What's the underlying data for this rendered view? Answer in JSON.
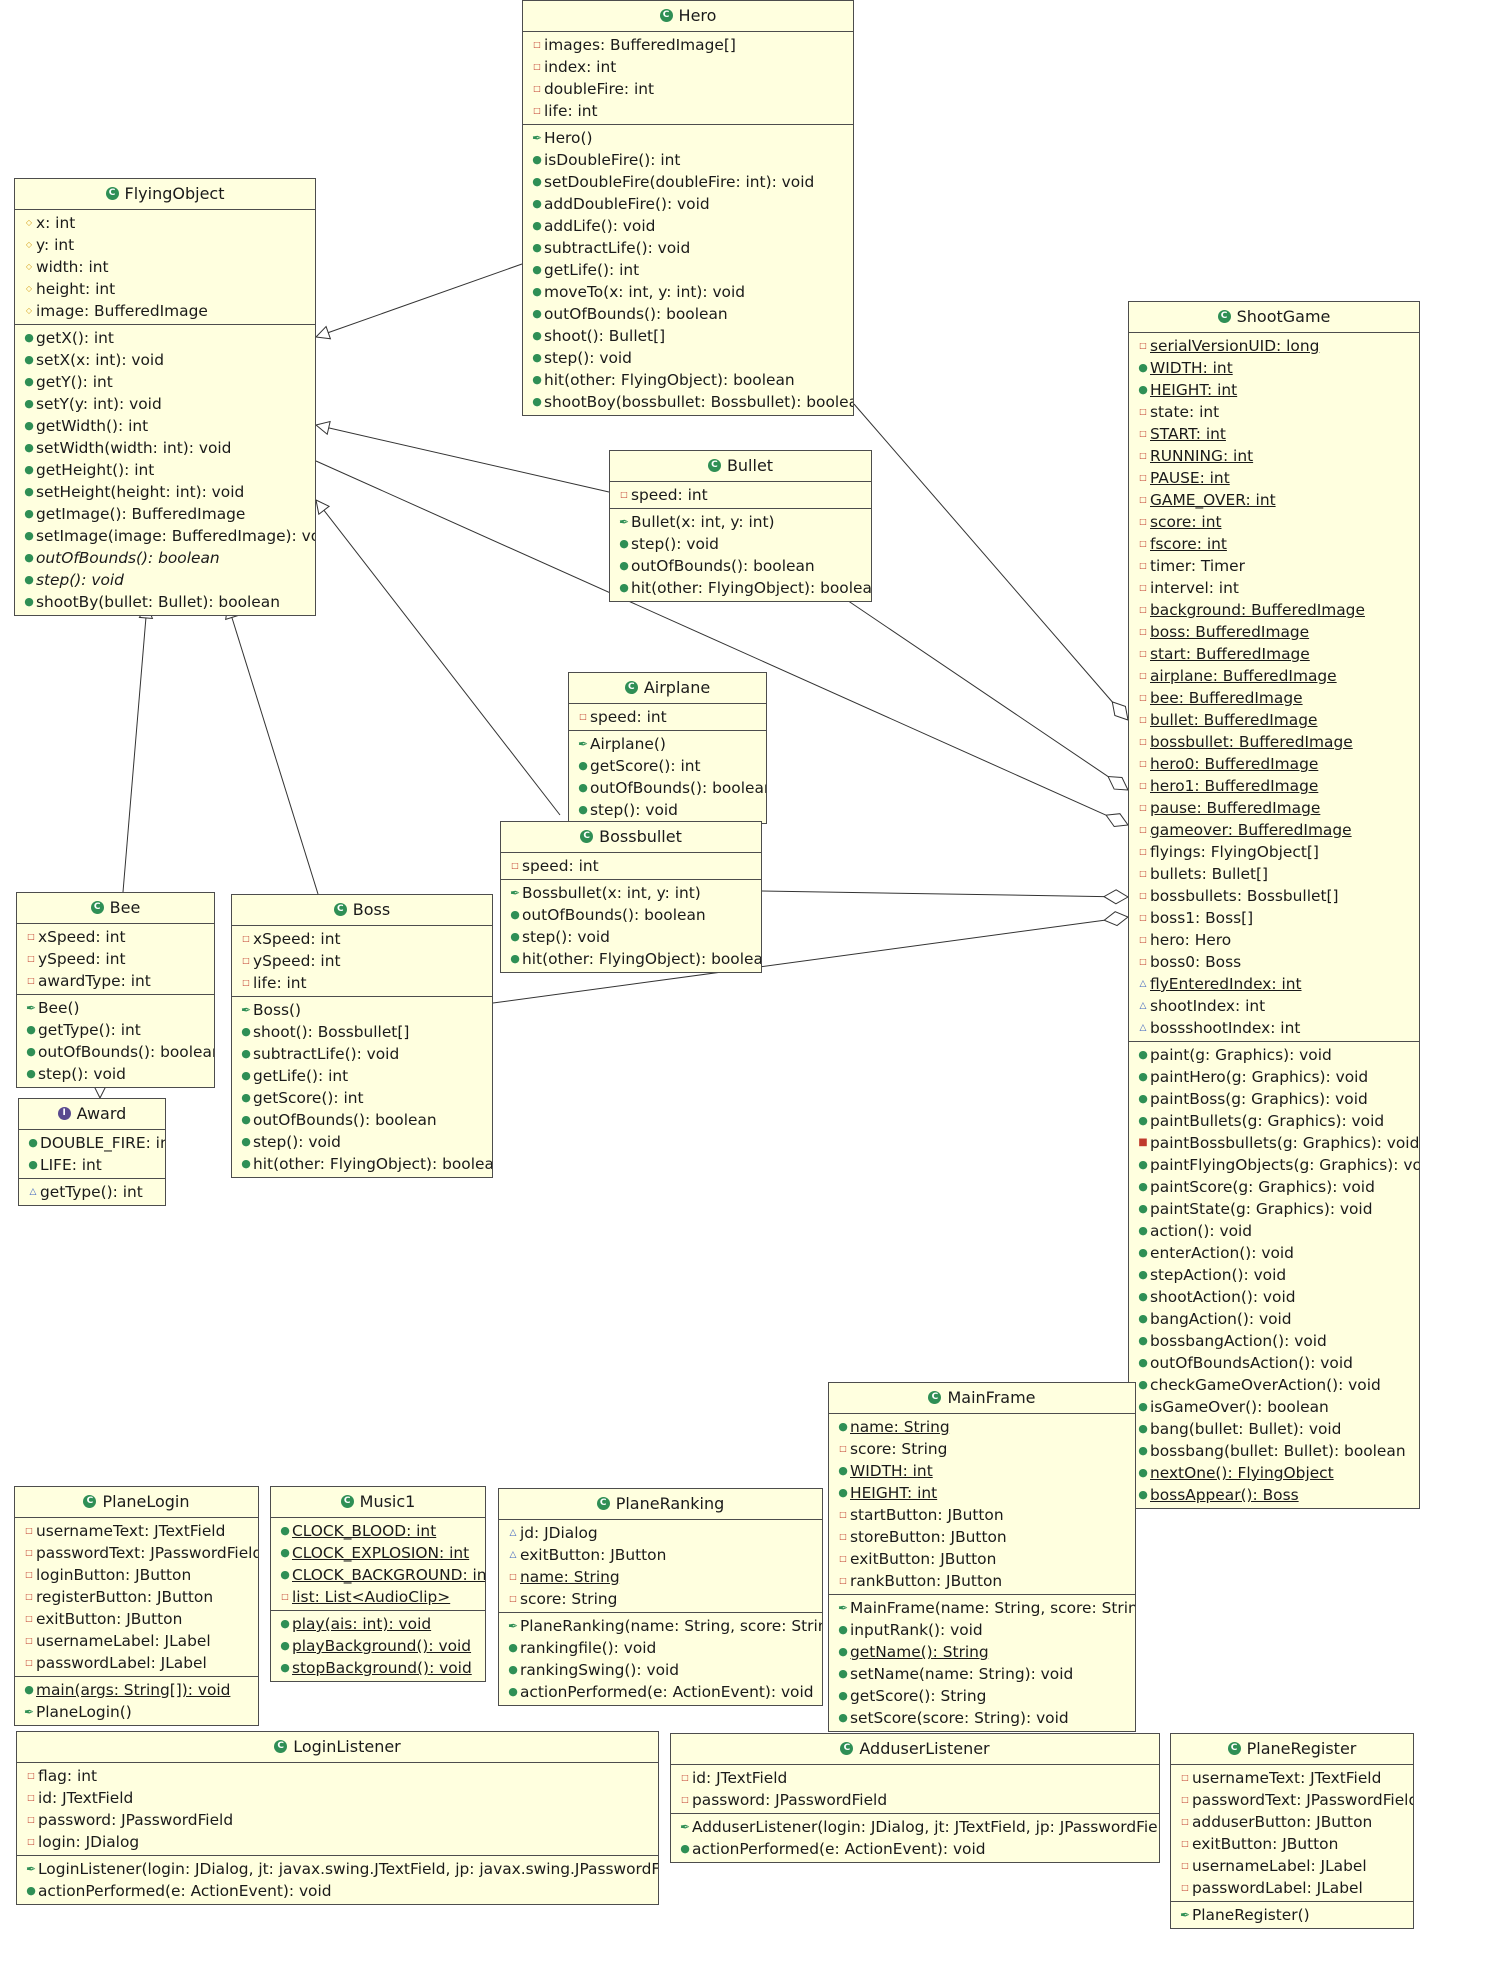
{
  "classes": [
    {
      "id": "hero",
      "name": "Hero",
      "kind": "class",
      "sections": [
        [
          [
            "priv",
            "images: BufferedImage[]"
          ],
          [
            "priv",
            "index: int"
          ],
          [
            "priv",
            "doubleFire: int"
          ],
          [
            "priv",
            "life: int"
          ]
        ],
        [
          [
            "ctor",
            "Hero()"
          ],
          [
            "pub",
            "isDoubleFire(): int"
          ],
          [
            "pub",
            "setDoubleFire(doubleFire: int): void"
          ],
          [
            "pub",
            "addDoubleFire(): void"
          ],
          [
            "pub",
            "addLife(): void"
          ],
          [
            "pub",
            "subtractLife(): void"
          ],
          [
            "pub",
            "getLife(): int"
          ],
          [
            "pub",
            "moveTo(x: int, y: int): void"
          ],
          [
            "pub",
            "outOfBounds(): boolean"
          ],
          [
            "pub",
            "shoot(): Bullet[]"
          ],
          [
            "pub",
            "step(): void"
          ],
          [
            "pub",
            "hit(other: FlyingObject): boolean"
          ],
          [
            "pub",
            "shootBoy(bossbullet: Bossbullet): boolean"
          ]
        ]
      ]
    },
    {
      "id": "flying",
      "name": "FlyingObject",
      "kind": "class",
      "sections": [
        [
          [
            "prot",
            "x: int"
          ],
          [
            "prot",
            "y: int"
          ],
          [
            "prot",
            "width: int"
          ],
          [
            "prot",
            "height: int"
          ],
          [
            "prot",
            "image: BufferedImage"
          ]
        ],
        [
          [
            "pub",
            "getX(): int"
          ],
          [
            "pub",
            "setX(x: int): void"
          ],
          [
            "pub",
            "getY(): int"
          ],
          [
            "pub",
            "setY(y: int): void"
          ],
          [
            "pub",
            "getWidth(): int"
          ],
          [
            "pub",
            "setWidth(width: int): void"
          ],
          [
            "pub",
            "getHeight(): int"
          ],
          [
            "pub",
            "setHeight(height: int): void"
          ],
          [
            "pub",
            "getImage(): BufferedImage"
          ],
          [
            "pub",
            "setImage(image: BufferedImage): void"
          ],
          [
            "pub",
            "outOfBounds(): boolean",
            "ab"
          ],
          [
            "pub",
            "step(): void",
            "ab"
          ],
          [
            "pub",
            "shootBy(bullet: Bullet): boolean"
          ]
        ]
      ]
    },
    {
      "id": "shoot",
      "name": "ShootGame",
      "kind": "class",
      "sections": [
        [
          [
            "priv",
            "serialVersionUID: long",
            "st"
          ],
          [
            "pub",
            "WIDTH: int",
            "st"
          ],
          [
            "pub",
            "HEIGHT: int",
            "st"
          ],
          [
            "priv",
            "state: int"
          ],
          [
            "priv",
            "START: int",
            "st"
          ],
          [
            "priv",
            "RUNNING: int",
            "st"
          ],
          [
            "priv",
            "PAUSE: int",
            "st"
          ],
          [
            "priv",
            "GAME_OVER: int",
            "st"
          ],
          [
            "priv",
            "score: int",
            "st"
          ],
          [
            "priv",
            "fscore: int",
            "st"
          ],
          [
            "priv",
            "timer: Timer"
          ],
          [
            "priv",
            "intervel: int"
          ],
          [
            "priv",
            "background: BufferedImage",
            "st"
          ],
          [
            "priv",
            "boss: BufferedImage",
            "st"
          ],
          [
            "priv",
            "start: BufferedImage",
            "st"
          ],
          [
            "priv",
            "airplane: BufferedImage",
            "st"
          ],
          [
            "priv",
            "bee: BufferedImage",
            "st"
          ],
          [
            "priv",
            "bullet: BufferedImage",
            "st"
          ],
          [
            "priv",
            "bossbullet: BufferedImage",
            "st"
          ],
          [
            "priv",
            "hero0: BufferedImage",
            "st"
          ],
          [
            "priv",
            "hero1: BufferedImage",
            "st"
          ],
          [
            "priv",
            "pause: BufferedImage",
            "st"
          ],
          [
            "priv",
            "gameover: BufferedImage",
            "st"
          ],
          [
            "priv",
            "flyings: FlyingObject[]"
          ],
          [
            "priv",
            "bullets: Bullet[]"
          ],
          [
            "priv",
            "bossbullets: Bossbullet[]"
          ],
          [
            "priv",
            "boss1: Boss[]"
          ],
          [
            "priv",
            "hero: Hero"
          ],
          [
            "priv",
            "boss0: Boss"
          ],
          [
            "pkg",
            "flyEnteredIndex: int",
            "st"
          ],
          [
            "pkg",
            "shootIndex: int"
          ],
          [
            "pkg",
            "bossshootIndex: int"
          ]
        ],
        [
          [
            "pub",
            "paint(g: Graphics): void"
          ],
          [
            "pub",
            "paintHero(g: Graphics): void"
          ],
          [
            "pub",
            "paintBoss(g: Graphics): void"
          ],
          [
            "pub",
            "paintBullets(g: Graphics): void"
          ],
          [
            "privm",
            "paintBossbullets(g: Graphics): void"
          ],
          [
            "pub",
            "paintFlyingObjects(g: Graphics): void"
          ],
          [
            "pub",
            "paintScore(g: Graphics): void"
          ],
          [
            "pub",
            "paintState(g: Graphics): void"
          ],
          [
            "pub",
            "action(): void"
          ],
          [
            "pub",
            "enterAction(): void"
          ],
          [
            "pub",
            "stepAction(): void"
          ],
          [
            "pub",
            "shootAction(): void"
          ],
          [
            "pub",
            "bangAction(): void"
          ],
          [
            "pub",
            "bossbangAction(): void"
          ],
          [
            "pub",
            "outOfBoundsAction(): void"
          ],
          [
            "pub",
            "checkGameOverAction(): void"
          ],
          [
            "pub",
            "isGameOver(): boolean"
          ],
          [
            "pub",
            "bang(bullet: Bullet): void"
          ],
          [
            "pub",
            "bossbang(bullet: Bullet): boolean"
          ],
          [
            "pub",
            "nextOne(): FlyingObject",
            "st"
          ],
          [
            "pub",
            "bossAppear(): Boss",
            "st"
          ]
        ]
      ]
    },
    {
      "id": "bullet",
      "name": "Bullet",
      "kind": "class",
      "sections": [
        [
          [
            "priv",
            "speed: int"
          ]
        ],
        [
          [
            "ctor",
            "Bullet(x: int, y: int)"
          ],
          [
            "pub",
            "step(): void"
          ],
          [
            "pub",
            "outOfBounds(): boolean"
          ],
          [
            "pub",
            "hit(other: FlyingObject): boolean"
          ]
        ]
      ]
    },
    {
      "id": "airplane",
      "name": "Airplane",
      "kind": "class",
      "sections": [
        [
          [
            "priv",
            "speed: int"
          ]
        ],
        [
          [
            "ctor",
            "Airplane()"
          ],
          [
            "pub",
            "getScore(): int"
          ],
          [
            "pub",
            "outOfBounds(): boolean"
          ],
          [
            "pub",
            "step(): void"
          ]
        ]
      ]
    },
    {
      "id": "bossbullet",
      "name": "Bossbullet",
      "kind": "class",
      "sections": [
        [
          [
            "priv",
            "speed: int"
          ]
        ],
        [
          [
            "ctor",
            "Bossbullet(x: int, y: int)"
          ],
          [
            "pub",
            "outOfBounds(): boolean"
          ],
          [
            "pub",
            "step(): void"
          ],
          [
            "pub",
            "hit(other: FlyingObject): boolean"
          ]
        ]
      ]
    },
    {
      "id": "bee",
      "name": "Bee",
      "kind": "class",
      "sections": [
        [
          [
            "priv",
            "xSpeed: int"
          ],
          [
            "priv",
            "ySpeed: int"
          ],
          [
            "priv",
            "awardType: int"
          ]
        ],
        [
          [
            "ctor",
            "Bee()"
          ],
          [
            "pub",
            "getType(): int"
          ],
          [
            "pub",
            "outOfBounds(): boolean"
          ],
          [
            "pub",
            "step(): void"
          ]
        ]
      ]
    },
    {
      "id": "boss",
      "name": "Boss",
      "kind": "class",
      "sections": [
        [
          [
            "priv",
            "xSpeed: int"
          ],
          [
            "priv",
            "ySpeed: int"
          ],
          [
            "priv",
            "life: int"
          ]
        ],
        [
          [
            "ctor",
            "Boss()"
          ],
          [
            "pub",
            "shoot(): Bossbullet[]"
          ],
          [
            "pub",
            "subtractLife(): void"
          ],
          [
            "pub",
            "getLife(): int"
          ],
          [
            "pub",
            "getScore(): int"
          ],
          [
            "pub",
            "outOfBounds(): boolean"
          ],
          [
            "pub",
            "step(): void"
          ],
          [
            "pub",
            "hit(other: FlyingObject): boolean"
          ]
        ]
      ]
    },
    {
      "id": "award",
      "name": "Award",
      "kind": "interface",
      "sections": [
        [
          [
            "pub",
            "DOUBLE_FIRE: int"
          ],
          [
            "pub",
            "LIFE: int"
          ]
        ],
        [
          [
            "pkg",
            "getType(): int"
          ]
        ]
      ]
    },
    {
      "id": "mainframe",
      "name": "MainFrame",
      "kind": "class",
      "sections": [
        [
          [
            "pub",
            "name: String",
            "st"
          ],
          [
            "priv",
            "score: String"
          ],
          [
            "pub",
            "WIDTH: int",
            "st"
          ],
          [
            "pub",
            "HEIGHT: int",
            "st"
          ],
          [
            "priv",
            "startButton: JButton"
          ],
          [
            "priv",
            "storeButton: JButton"
          ],
          [
            "priv",
            "exitButton: JButton"
          ],
          [
            "priv",
            "rankButton: JButton"
          ]
        ],
        [
          [
            "ctor",
            "MainFrame(name: String, score: String)"
          ],
          [
            "pub",
            "inputRank(): void"
          ],
          [
            "pub",
            "getName(): String",
            "st"
          ],
          [
            "pub",
            "setName(name: String): void"
          ],
          [
            "pub",
            "getScore(): String"
          ],
          [
            "pub",
            "setScore(score: String): void"
          ]
        ]
      ]
    },
    {
      "id": "planelogin",
      "name": "PlaneLogin",
      "kind": "class",
      "sections": [
        [
          [
            "priv",
            "usernameText: JTextField"
          ],
          [
            "priv",
            "passwordText: JPasswordField"
          ],
          [
            "priv",
            "loginButton: JButton"
          ],
          [
            "priv",
            "registerButton: JButton"
          ],
          [
            "priv",
            "exitButton: JButton"
          ],
          [
            "priv",
            "usernameLabel: JLabel"
          ],
          [
            "priv",
            "passwordLabel: JLabel"
          ]
        ],
        [
          [
            "pub",
            "main(args: String[]): void",
            "st"
          ],
          [
            "ctor",
            "PlaneLogin()"
          ]
        ]
      ]
    },
    {
      "id": "music1",
      "name": "Music1",
      "kind": "class",
      "sections": [
        [
          [
            "pub",
            "CLOCK_BLOOD: int",
            "st"
          ],
          [
            "pub",
            "CLOCK_EXPLOSION: int",
            "st"
          ],
          [
            "pub",
            "CLOCK_BACKGROUND: int",
            "st"
          ],
          [
            "priv",
            "list: List<AudioClip>",
            "st"
          ]
        ],
        [
          [
            "pub",
            "play(ais: int): void",
            "st"
          ],
          [
            "pub",
            "playBackground(): void",
            "st"
          ],
          [
            "pub",
            "stopBackground(): void",
            "st"
          ]
        ]
      ]
    },
    {
      "id": "planeranking",
      "name": "PlaneRanking",
      "kind": "class",
      "sections": [
        [
          [
            "pkg",
            "jd: JDialog"
          ],
          [
            "pkg",
            "exitButton: JButton"
          ],
          [
            "priv",
            "name: String",
            "st"
          ],
          [
            "priv",
            "score: String"
          ]
        ],
        [
          [
            "ctor",
            "PlaneRanking(name: String, score: String)"
          ],
          [
            "pub",
            "rankingfile(): void"
          ],
          [
            "pub",
            "rankingSwing(): void"
          ],
          [
            "pub",
            "actionPerformed(e: ActionEvent): void"
          ]
        ]
      ]
    },
    {
      "id": "loginlistener",
      "name": "LoginListener",
      "kind": "class",
      "sections": [
        [
          [
            "priv",
            "flag: int"
          ],
          [
            "priv",
            "id: JTextField"
          ],
          [
            "priv",
            "password: JPasswordField"
          ],
          [
            "priv",
            "login: JDialog"
          ]
        ],
        [
          [
            "ctor",
            "LoginListener(login: JDialog, jt: javax.swing.JTextField, jp: javax.swing.JPasswordField)"
          ],
          [
            "pub",
            "actionPerformed(e: ActionEvent): void"
          ]
        ]
      ]
    },
    {
      "id": "adduser",
      "name": "AdduserListener",
      "kind": "class",
      "sections": [
        [
          [
            "priv",
            "id: JTextField"
          ],
          [
            "priv",
            "password: JPasswordField"
          ]
        ],
        [
          [
            "ctor",
            "AdduserListener(login: JDialog, jt: JTextField, jp: JPasswordField)"
          ],
          [
            "pub",
            "actionPerformed(e: ActionEvent): void"
          ]
        ]
      ]
    },
    {
      "id": "planeregister",
      "name": "PlaneRegister",
      "kind": "class",
      "sections": [
        [
          [
            "priv",
            "usernameText: JTextField"
          ],
          [
            "priv",
            "passwordText: JPasswordField"
          ],
          [
            "priv",
            "adduserButton: JButton"
          ],
          [
            "priv",
            "exitButton: JButton"
          ],
          [
            "priv",
            "usernameLabel: JLabel"
          ],
          [
            "priv",
            "passwordLabel: JLabel"
          ]
        ],
        [
          [
            "ctor",
            "PlaneRegister()"
          ]
        ]
      ]
    }
  ],
  "relations": [
    {
      "type": "generalization",
      "from": "hero",
      "to": "flying"
    },
    {
      "type": "generalization",
      "from": "bullet",
      "to": "flying"
    },
    {
      "type": "generalization",
      "from": "airplane",
      "to": "flying"
    },
    {
      "type": "generalization",
      "from": "bee",
      "to": "flying"
    },
    {
      "type": "generalization",
      "from": "boss",
      "to": "flying"
    },
    {
      "type": "realization",
      "from": "bee",
      "to": "award"
    },
    {
      "type": "aggregation",
      "from": "hero",
      "to": "shoot"
    },
    {
      "type": "aggregation",
      "from": "bullet",
      "to": "shoot"
    },
    {
      "type": "aggregation",
      "from": "flying",
      "to": "shoot"
    },
    {
      "type": "aggregation",
      "from": "bossbullet",
      "to": "shoot"
    },
    {
      "type": "aggregation",
      "from": "boss",
      "to": "shoot"
    }
  ]
}
